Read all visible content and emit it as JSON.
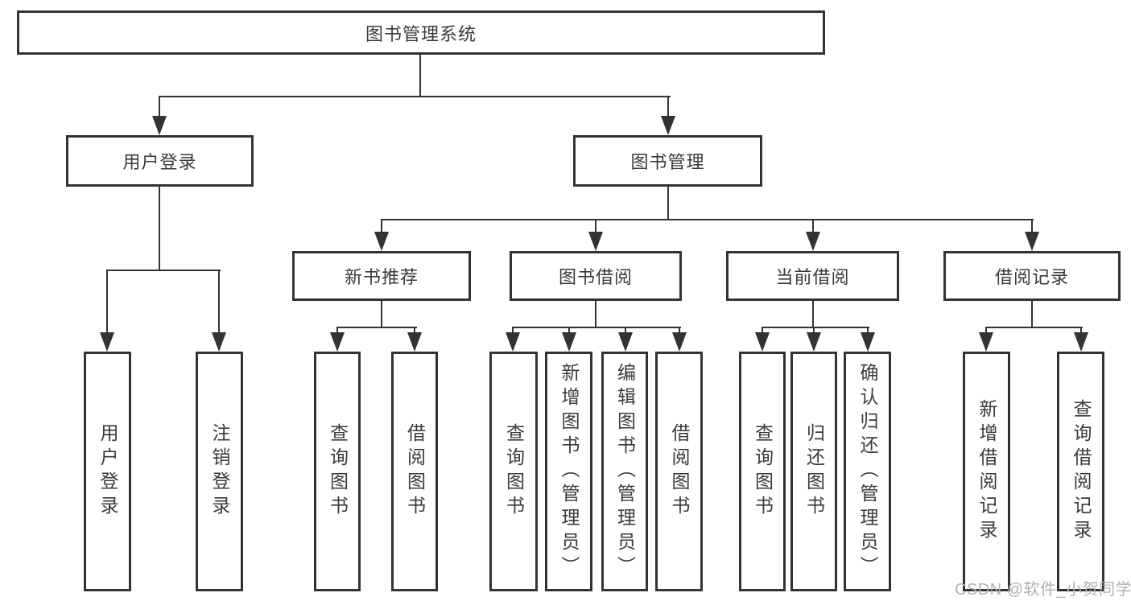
{
  "colors": {
    "background": "#ffffff",
    "box_fill": "#ffffff",
    "box_border": "#333333",
    "line": "#333333",
    "text": "#3a3a3a",
    "watermark": "#b2b2b2"
  },
  "diagram": {
    "root": {
      "label": "图书管理系统"
    },
    "branches": [
      {
        "label": "用户登录",
        "children": [
          {
            "label": "用户登录"
          },
          {
            "label": "注销登录"
          }
        ]
      },
      {
        "label": "图书管理",
        "children": [
          {
            "label": "新书推荐",
            "children": [
              {
                "label": "查询图书"
              },
              {
                "label": "借阅图书"
              }
            ]
          },
          {
            "label": "图书借阅",
            "children": [
              {
                "label": "查询图书"
              },
              {
                "label": "新增图书（管理员）"
              },
              {
                "label": "编辑图书（管理员）"
              },
              {
                "label": "借阅图书"
              }
            ]
          },
          {
            "label": "当前借阅",
            "children": [
              {
                "label": "查询图书"
              },
              {
                "label": "归还图书"
              },
              {
                "label": "确认归还（管理员）"
              }
            ]
          },
          {
            "label": "借阅记录",
            "children": [
              {
                "label": "新增借阅记录"
              },
              {
                "label": "查询借阅记录"
              }
            ]
          }
        ]
      }
    ]
  },
  "watermark": {
    "text": "CSDN @软件_小贺同学"
  }
}
